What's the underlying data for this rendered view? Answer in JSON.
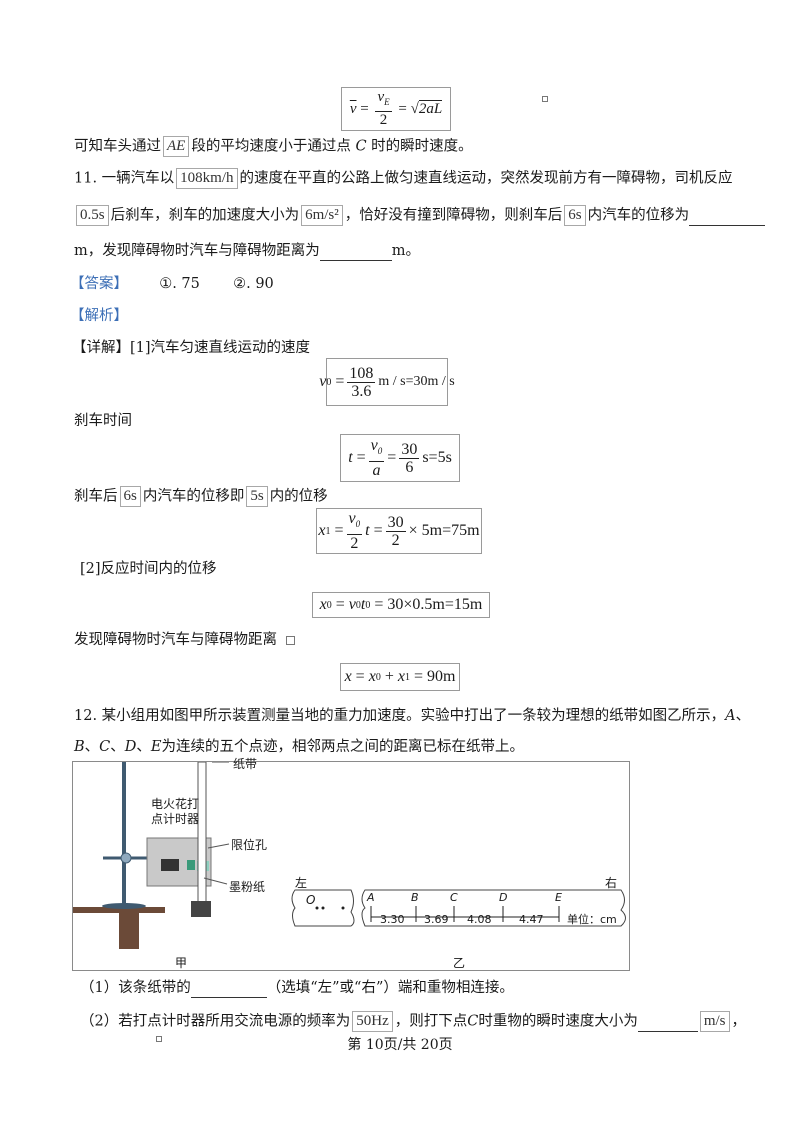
{
  "formula_top": "v̄ = vE/2 = √(2aL)",
  "line_top": [
    "可知车头通过",
    "AE",
    "段的平均速度小于通过点",
    "C",
    "时的瞬时速度。"
  ],
  "q11": {
    "l1_a": "11. 一辆汽车以",
    "l1_box": "108km/h",
    "l1_b": "的速度在平直的公路上做匀速直线运动，突然发现前方有一障碍物，司机反应",
    "l2_box1": "0.5s",
    "l2_a": "后刹车，刹车的加速度大小为",
    "l2_box2": "6m/s²",
    "l2_b": "，恰好没有撞到障碍物，则刹车后",
    "l2_box3": "6s",
    "l2_c": "内汽车的位移为",
    "l3_a": "m，发现障碍物时汽车与障碍物距离为",
    "l3_b": "m。"
  },
  "answer": {
    "label": "【答案】",
    "a1": "①. 75",
    "a2": "②. 90"
  },
  "analysis": {
    "label": "【解析】"
  },
  "detail": {
    "label": "【详解】",
    "p1": "[1]汽车匀速直线运动的速度",
    "f1": {
      "lhs": "v",
      "sub": "0",
      "num": "108",
      "den": "3.6",
      "rhs": "m / s=30m / s"
    },
    "p2": "刹车时间",
    "f2": {
      "lhs": "t",
      "num1": "v0",
      "den1": "a",
      "num2": "30",
      "den2": "6",
      "rhs": "s=5s"
    },
    "p3_a": "刹车后",
    "p3_box1": "6s",
    "p3_b": "内汽车的位移即",
    "p3_box2": "5s",
    "p3_c": "内的位移",
    "f3": {
      "lhs": "x",
      "sub": "1",
      "num1": "v0",
      "den1": "2",
      "mid": "t",
      "num2": "30",
      "den2": "2",
      "rhs": "× 5m=75m"
    },
    "p4": "[2]反应时间内的位移",
    "f4": "x0 = v0t0 = 30×0.5m=15m",
    "p5": "发现障碍物时汽车与障碍物距离",
    "f5": "x = x0 + x1 = 90m"
  },
  "q12": {
    "l1": "12. 某小组用如图甲所示装置测量当地的重力加速度。实验中打出了一条较为理想的纸带如图乙所示，",
    "l1_it": "A",
    "l1_end": "、",
    "l2_a": "B",
    "l2_b": "、",
    "l2_c": "C",
    "l2_d": "、",
    "l2_e": "D",
    "l2_f": "、",
    "l2_g": "E",
    "l2_h": "为连续的五个点迹，相邻两点之间的距离已标在纸带上。",
    "diagram": {
      "label_timer": [
        "电火花打",
        "点计时器"
      ],
      "label_tape": "纸带",
      "label_hole": "限位孔",
      "label_paper": "墨粉纸",
      "label_left": "左",
      "label_right": "右",
      "label_O": "O",
      "points": [
        "A",
        "B",
        "C",
        "D",
        "E"
      ],
      "distances": [
        "3.30",
        "3.69",
        "4.08",
        "4.47"
      ],
      "unit": "单位：cm",
      "caption_jia": "甲",
      "caption_yi": "乙"
    },
    "s1_a": "（1）该条纸带的",
    "s1_b": "（选填“左”或“右”）端和重物相连接。",
    "s2_a": "（2）若打点计时器所用交流电源的频率为",
    "s2_box": "50Hz",
    "s2_b": "，则打下点",
    "s2_it": "C",
    "s2_c": "时重物的瞬时速度大小为",
    "s2_box2": "m/s",
    "s2_d": "，"
  },
  "footer": "第 10页/共 20页"
}
